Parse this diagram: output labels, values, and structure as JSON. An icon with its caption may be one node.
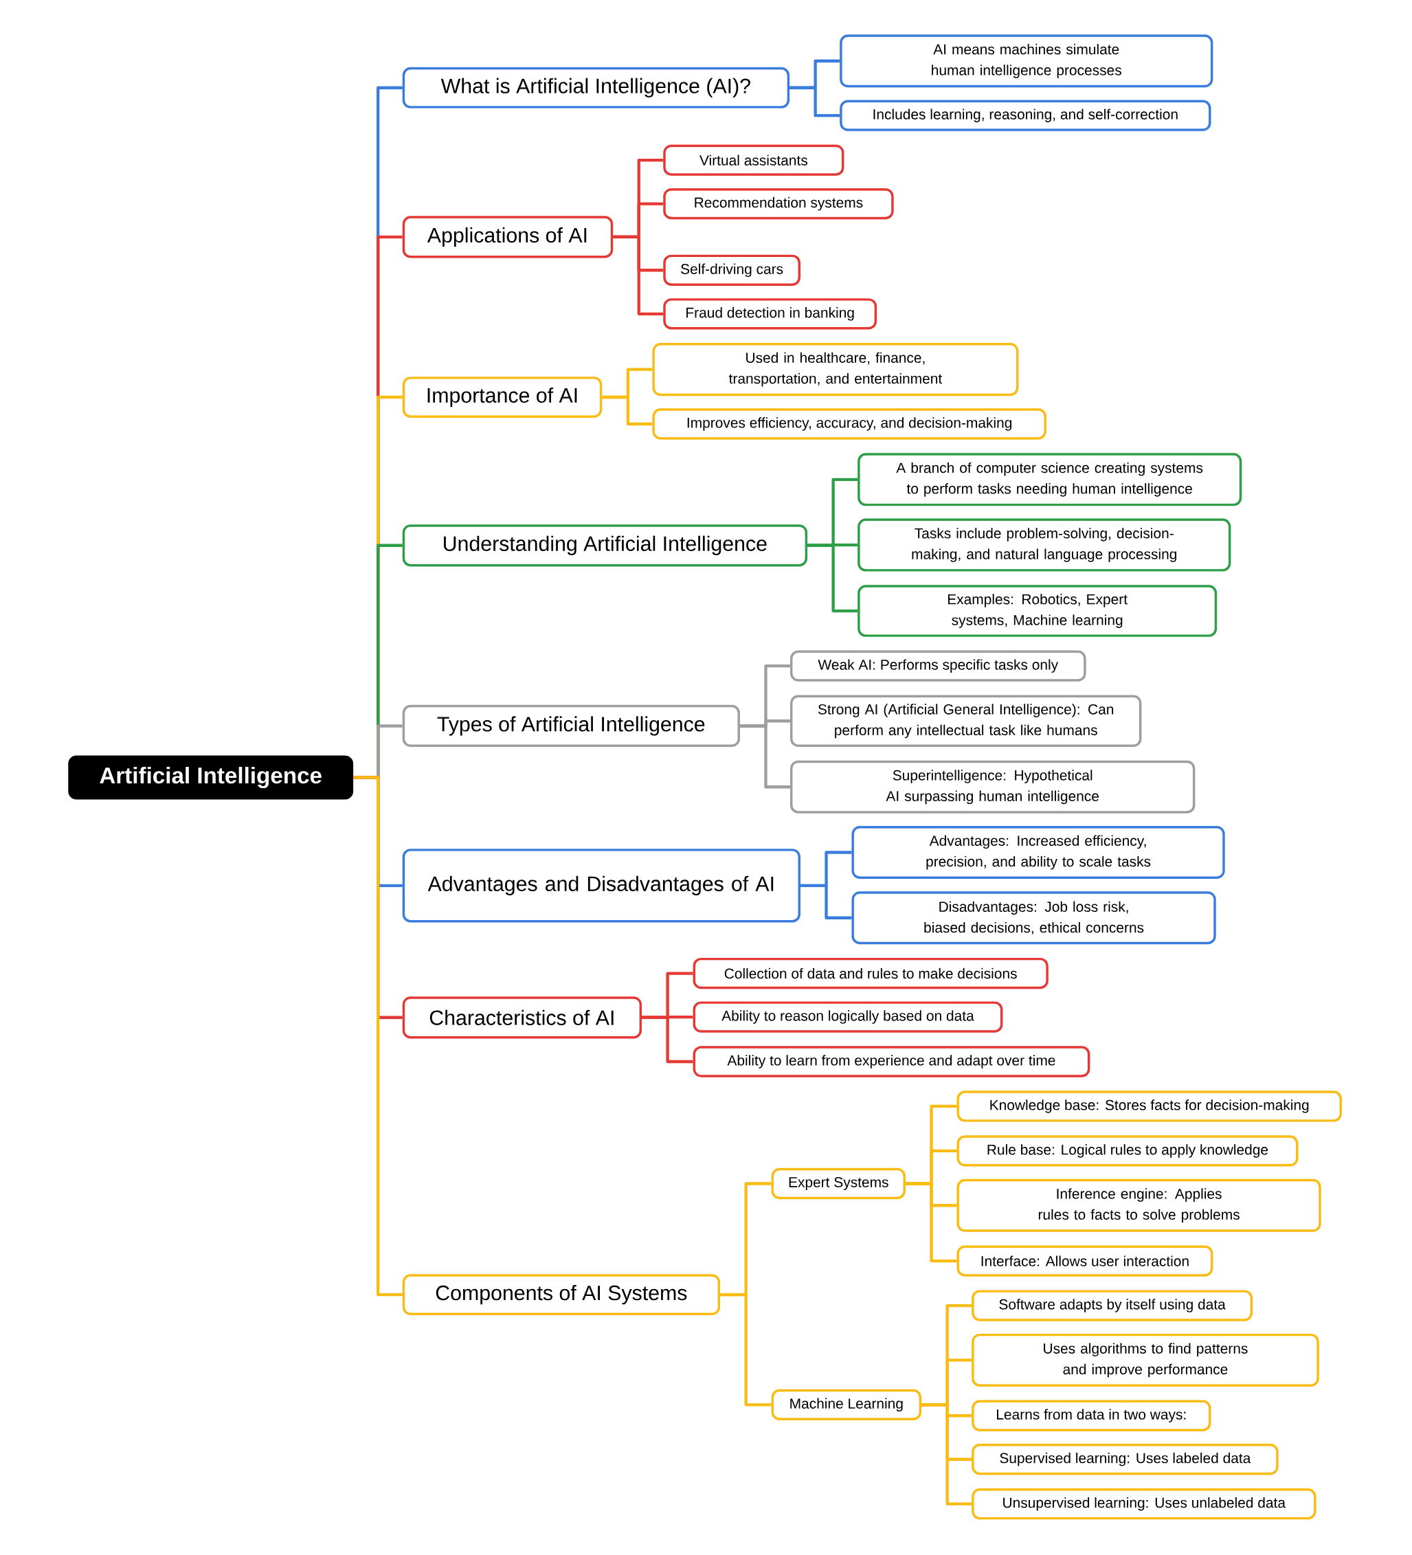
{
  "diagram": {
    "nodes": [
      {
        "text": [
          "Artificial Intelligence"
        ]
      },
      {
        "text": [
          "What is Artificial Intelligence (AI)?"
        ]
      },
      {
        "text": [
          "AI means machines simulate human intelligence processes"
        ]
      },
      {
        "text": [
          "Includes learning, reasoning, and self-correction"
        ]
      },
      {
        "text": [
          "Applications of AI"
        ]
      },
      {
        "text": [
          "Virtual assistants"
        ]
      },
      {
        "text": [
          "Recommendation systems"
        ]
      },
      {
        "text": [
          "Self-driving cars"
        ]
      },
      {
        "text": [
          "Fraud detection in banking"
        ]
      },
      {
        "text": [
          "Importance of AI"
        ]
      },
      {
        "text": [
          "Used in healthcare, finance, transportation, and entertainment"
        ]
      },
      {
        "text": [
          "Improves efficiency, accuracy, and decision-making"
        ]
      },
      {
        "text": [
          "Understanding Artificial Intelligence"
        ]
      },
      {
        "text": [
          "A branch of computer science creating systems to perform tasks needing human intelligence"
        ]
      },
      {
        "text": [
          "Tasks include problem-solving, decision-making, and natural language processing"
        ]
      },
      {
        "text": [
          "Examples: Robotics, Expert systems, Machine learning"
        ]
      },
      {
        "text": [
          "Types of Artificial Intelligence"
        ]
      },
      {
        "text": [
          "Weak AI: Performs specific tasks only"
        ]
      },
      {
        "text": [
          "Strong AI (Artificial General Intelligence): Can perform any intellectual task like humans"
        ]
      },
      {
        "text": [
          "Superintelligence: Hypothetical AI surpassing human intelligence"
        ]
      },
      {
        "text": [
          "Advantages and Disadvantages of AI"
        ]
      },
      {
        "text": [
          "Advantages: Increased efficiency, precision, and ability to scale tasks"
        ]
      },
      {
        "text": [
          "Disadvantages: Job loss risk, biased decisions, ethical concerns"
        ]
      },
      {
        "text": [
          "Characteristics of AI"
        ]
      },
      {
        "text": [
          "Collection of data and rules to make decisions"
        ]
      },
      {
        "text": [
          "Ability to reason logically based on data"
        ]
      },
      {
        "text": [
          "Ability to learn from experience and adapt over time"
        ]
      },
      {
        "text": [
          "Components of AI Systems"
        ]
      },
      {
        "text": [
          "Expert Systems"
        ]
      },
      {
        "text": [
          "Knowledge base: Stores facts for decision-making"
        ]
      },
      {
        "text": [
          "Rule base: Logical rules to apply knowledge"
        ]
      },
      {
        "text": [
          "Inference engine: Applies rules to facts to solve problems"
        ]
      },
      {
        "text": [
          "Interface: Allows user interaction"
        ]
      },
      {
        "text": [
          "Machine Learning"
        ]
      },
      {
        "text": [
          "Software adapts by itself using data"
        ]
      },
      {
        "text": [
          "Uses algorithms to find patterns and improve performance"
        ]
      },
      {
        "text": [
          "Learns from data in two ways:"
        ]
      },
      {
        "text": [
          "Supervised learning: Uses labeled data"
        ]
      },
      {
        "text": [
          "Unsupervised learning: Uses unlabeled data"
        ]
      }
    ],
    "edges": [
      {
        "from": 0,
        "to": 1,
        "arrow": "none",
        "color": "#3b7ddd"
      },
      {
        "from": 1,
        "to": 2,
        "arrow": "none",
        "color": "#3b7ddd"
      },
      {
        "from": 1,
        "to": 3,
        "arrow": "none",
        "color": "#3b7ddd"
      },
      {
        "from": 0,
        "to": 4,
        "arrow": "none",
        "color": "#e53935"
      },
      {
        "from": 4,
        "to": 5,
        "arrow": "none",
        "color": "#e53935"
      },
      {
        "from": 4,
        "to": 6,
        "arrow": "none",
        "color": "#e53935"
      },
      {
        "from": 4,
        "to": 7,
        "arrow": "none",
        "color": "#e53935"
      },
      {
        "from": 4,
        "to": 8,
        "arrow": "none",
        "color": "#e53935"
      },
      {
        "from": 0,
        "to": 9,
        "arrow": "none",
        "color": "#f9bc15"
      },
      {
        "from": 9,
        "to": 10,
        "arrow": "none",
        "color": "#f9bc15"
      },
      {
        "from": 9,
        "to": 11,
        "arrow": "none",
        "color": "#f9bc15"
      },
      {
        "from": 0,
        "to": 12,
        "arrow": "none",
        "color": "#2e9e48"
      },
      {
        "from": 12,
        "to": 13,
        "arrow": "none",
        "color": "#2e9e48"
      },
      {
        "from": 12,
        "to": 14,
        "arrow": "none",
        "color": "#2e9e48"
      },
      {
        "from": 12,
        "to": 15,
        "arrow": "none",
        "color": "#2e9e48"
      },
      {
        "from": 0,
        "to": 16,
        "arrow": "none",
        "color": "#9e9e9e"
      },
      {
        "from": 16,
        "to": 17,
        "arrow": "none",
        "color": "#9e9e9e"
      },
      {
        "from": 16,
        "to": 18,
        "arrow": "none",
        "color": "#9e9e9e"
      },
      {
        "from": 16,
        "to": 19,
        "arrow": "none",
        "color": "#9e9e9e"
      },
      {
        "from": 0,
        "to": 20,
        "arrow": "none",
        "color": "#3b7ddd"
      },
      {
        "from": 20,
        "to": 21,
        "arrow": "none",
        "color": "#3b7ddd"
      },
      {
        "from": 20,
        "to": 22,
        "arrow": "none",
        "color": "#3b7ddd"
      },
      {
        "from": 0,
        "to": 23,
        "arrow": "none",
        "color": "#e53935"
      },
      {
        "from": 23,
        "to": 24,
        "arrow": "none",
        "color": "#e53935"
      },
      {
        "from": 23,
        "to": 25,
        "arrow": "none",
        "color": "#e53935"
      },
      {
        "from": 23,
        "to": 26,
        "arrow": "none",
        "color": "#e53935"
      },
      {
        "from": 0,
        "to": 27,
        "arrow": "none",
        "color": "#f9bc15"
      },
      {
        "from": 27,
        "to": 28,
        "arrow": "none",
        "color": "#f9bc15"
      },
      {
        "from": 28,
        "to": 29,
        "arrow": "none",
        "color": "#f9bc15"
      },
      {
        "from": 28,
        "to": 30,
        "arrow": "none",
        "color": "#f9bc15"
      },
      {
        "from": 28,
        "to": 31,
        "arrow": "none",
        "color": "#f9bc15"
      },
      {
        "from": 28,
        "to": 32,
        "arrow": "none",
        "color": "#f9bc15"
      },
      {
        "from": 27,
        "to": 33,
        "arrow": "none",
        "color": "#f9bc15"
      },
      {
        "from": 33,
        "to": 34,
        "arrow": "none",
        "color": "#f9bc15"
      },
      {
        "from": 33,
        "to": 35,
        "arrow": "none",
        "color": "#f9bc15"
      },
      {
        "from": 33,
        "to": 36,
        "arrow": "none",
        "color": "#f9bc15"
      },
      {
        "from": 33,
        "to": 37,
        "arrow": "none",
        "color": "#f9bc15"
      },
      {
        "from": 33,
        "to": 38,
        "arrow": "none",
        "color": "#f9bc15"
      }
    ]
  }
}
